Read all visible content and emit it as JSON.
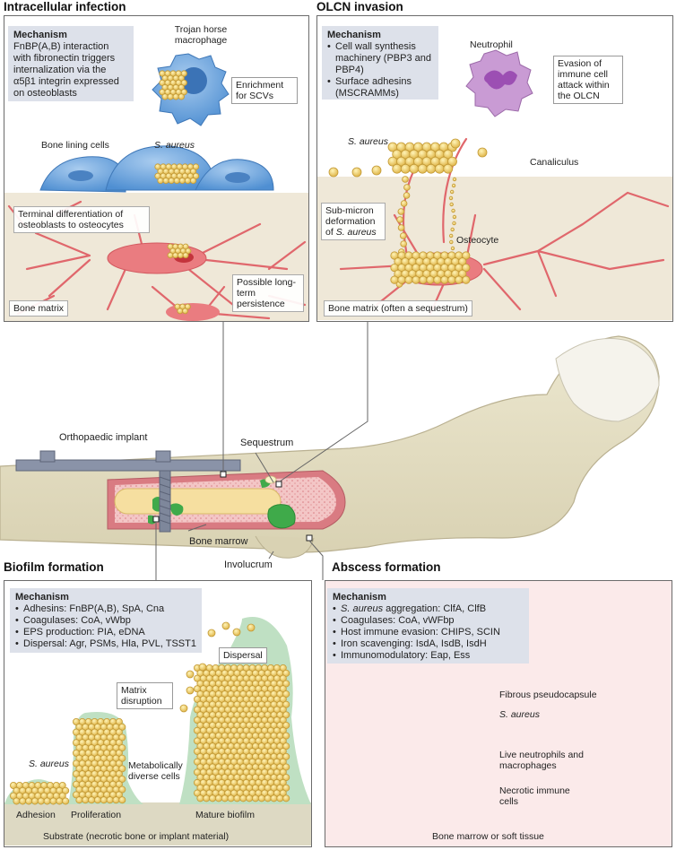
{
  "intracellular": {
    "title": "Intracellular infection",
    "mechanism_heading": "Mechanism",
    "mechanism_text": "FnBP(A,B) interaction with fibronectin triggers internalization via the α5β1 integrin expressed on osteoblasts",
    "trojan_horse": "Trojan horse macrophage",
    "enrichment": "Enrichment for SCVs",
    "bone_lining": "Bone lining cells",
    "s_aureus": "S. aureus",
    "terminal_diff": "Terminal differentiation of osteoblasts to osteocytes",
    "persistence": "Possible long-term persistence",
    "bone_matrix": "Bone matrix"
  },
  "olcn": {
    "title": "OLCN invasion",
    "mechanism_heading": "Mechanism",
    "items": [
      "Cell wall synthesis machinery (PBP3 and PBP4)",
      "Surface adhesins (MSCRAMMs)"
    ],
    "neutrophil": "Neutrophil",
    "evasion": "Evasion of immune cell attack within the OLCN",
    "s_aureus": "S. aureus",
    "canaliculus": "Canaliculus",
    "submicron_line1": "Sub-micron",
    "submicron_line2": "deformation",
    "submicron_prefix": "of ",
    "submicron_italic": "S. aureus",
    "osteocyte": "Osteocyte",
    "bone_matrix": "Bone matrix (often a sequestrum)"
  },
  "bone": {
    "implant": "Orthopaedic implant",
    "sequestrum": "Sequestrum",
    "bone_marrow": "Bone marrow",
    "involucrum": "Involucrum"
  },
  "biofilm": {
    "title": "Biofilm formation",
    "mechanism_heading": "Mechanism",
    "items": [
      "Adhesins: FnBP(A,B), SpA, Cna",
      "Coagulases: CoA, vWbp",
      "EPS production: PIA, eDNA",
      "Dispersal: Agr, PSMs, Hla, PVL, TSST1"
    ],
    "dispersal": "Dispersal",
    "matrix_disruption": "Matrix disruption",
    "s_aureus": "S. aureus",
    "metabolically": "Metabolically diverse cells",
    "adhesion": "Adhesion",
    "proliferation": "Proliferation",
    "mature": "Mature biofilm",
    "substrate": "Substrate (necrotic bone or implant material)"
  },
  "abscess": {
    "title": "Abscess formation",
    "mechanism_heading": "Mechanism",
    "items": [
      {
        "italic": "S. aureus",
        "text": " aggregation: ClfA, ClfB"
      },
      {
        "italic": "",
        "text": "Coagulases: CoA, vWFbp"
      },
      {
        "italic": "",
        "text": "Host immune evasion: CHIPS, SCIN"
      },
      {
        "italic": "",
        "text": "Iron scavenging: IsdA, IsdB, IsdH"
      },
      {
        "italic": "",
        "text": "Immunomodulatory: Eap, Ess"
      }
    ],
    "fibrous": "Fibrous pseudocapsule",
    "s_aureus": "S. aureus",
    "live": "Live neutrophils and macrophages",
    "necrotic": "Necrotic immune cells",
    "tissue": "Bone marrow or soft tissue"
  }
}
